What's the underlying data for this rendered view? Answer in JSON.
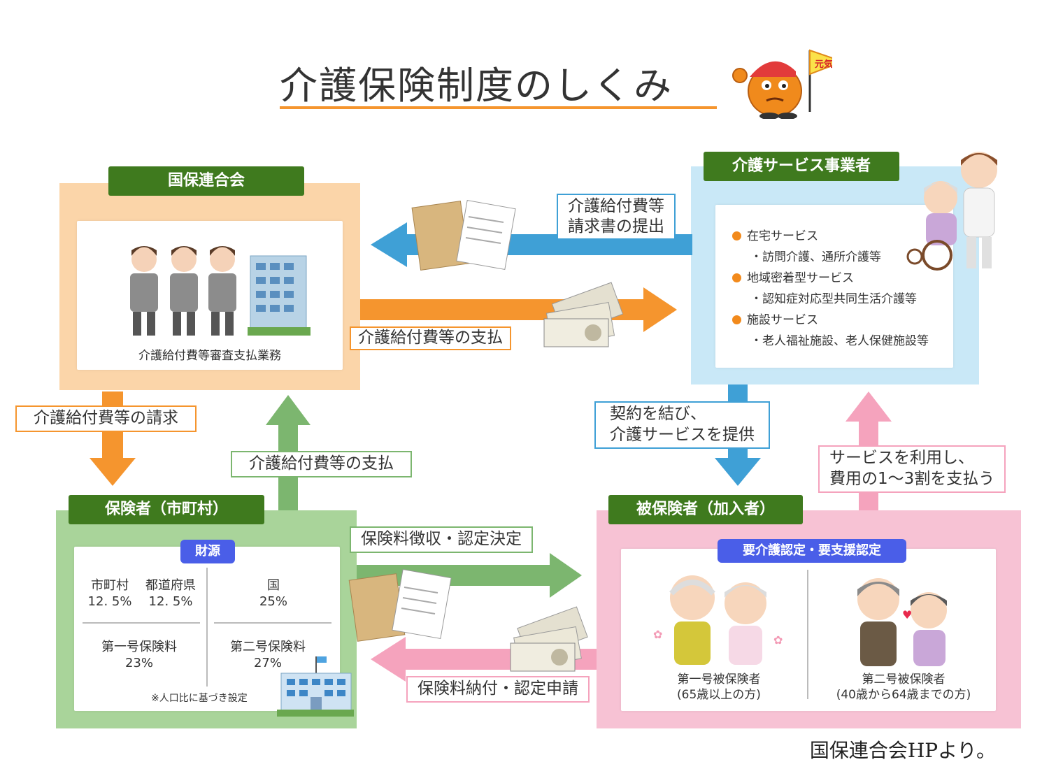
{
  "title": "介護保険制度のしくみ",
  "mascot_flag": "元気",
  "kokuho": {
    "tag": "国保連合会",
    "caption": "介護給付費等審査支払業務"
  },
  "service": {
    "tag": "介護サービス事業者",
    "items": [
      {
        "label": "在宅サービス",
        "detail": "・訪問介護、通所介護等"
      },
      {
        "label": "地域密着型サービス",
        "detail": "・認知症対応型共同生活介護等"
      },
      {
        "label": "施設サービス",
        "detail": "・老人福祉施設、老人保健施設等"
      }
    ]
  },
  "insurer": {
    "tag": "保険者（市町村）",
    "pill": "財源",
    "funding": {
      "muni_label": "市町村",
      "muni_value": "12. 5%",
      "pref_label": "都道府県",
      "pref_value": "12. 5%",
      "nation_label": "国",
      "nation_value": "25%",
      "first_label": "第一号保険料",
      "first_value": "23%",
      "second_label": "第二号保険料",
      "second_value": "27%"
    },
    "note": "※人口比に基づき設定"
  },
  "insured": {
    "tag": "被保険者（加入者）",
    "pill": "要介護認定・要支援認定",
    "first_name": "第一号被保険者",
    "first_desc": "(65歳以上の方)",
    "second_name": "第二号被保険者",
    "second_desc": "(40歳から64歳までの方)"
  },
  "flows": {
    "claim_submit_1": "介護給付費等",
    "claim_submit_2": "請求書の提出",
    "pay_to_provider": "介護給付費等の支払",
    "claim_to_insurer": "介護給付費等の請求",
    "pay_to_kokuho": "介護給付費等の支払",
    "contract_1": "契約を結び、",
    "contract_2": "介護サービスを提供",
    "use_pay_1": "サービスを利用し、",
    "use_pay_2": "費用の1〜3割を支払う",
    "premium_collect": "保険料徴収・認定決定",
    "premium_pay": "保険料納付・認定申請"
  },
  "credit": "国保連合会HPより。",
  "colors": {
    "orange": "#f5952e",
    "blue": "#3fa0d6",
    "green": "#7cb66f",
    "pink": "#f5a3bd",
    "tag_green": "#3f7a1e",
    "pill_blue": "#4a5ee8"
  }
}
